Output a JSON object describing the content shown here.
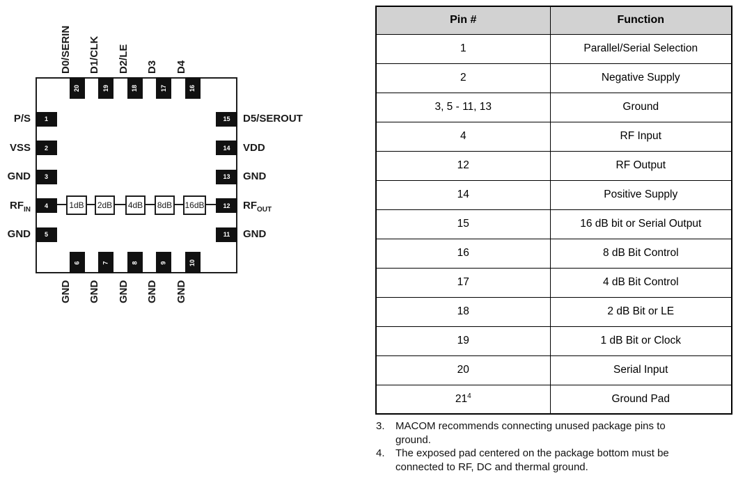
{
  "colors": {
    "pad_black": "#111111",
    "chip_border": "#1d1d1d",
    "table_header_bg": "#d2d2d2",
    "table_border": "#000000"
  },
  "diagram": {
    "top_pins": [
      {
        "num": "20",
        "label": "D0/SERIN"
      },
      {
        "num": "19",
        "label": "D1/CLK"
      },
      {
        "num": "18",
        "label": "D2/LE"
      },
      {
        "num": "17",
        "label": "D3"
      },
      {
        "num": "16",
        "label": "D4"
      }
    ],
    "left_pins": [
      {
        "num": "1",
        "label": "P/S"
      },
      {
        "num": "2",
        "label": "VSS"
      },
      {
        "num": "3",
        "label": "GND"
      },
      {
        "num": "4",
        "label": "RF",
        "label_sub": "IN"
      },
      {
        "num": "5",
        "label": "GND"
      }
    ],
    "right_pins": [
      {
        "num": "15",
        "label": "D5/SEROUT"
      },
      {
        "num": "14",
        "label": "VDD"
      },
      {
        "num": "13",
        "label": "GND"
      },
      {
        "num": "12",
        "label": "RF",
        "label_sub": "OUT"
      },
      {
        "num": "11",
        "label": "GND"
      }
    ],
    "bottom_pins": [
      {
        "num": "6",
        "label": "GND"
      },
      {
        "num": "7",
        "label": "GND"
      },
      {
        "num": "8",
        "label": "GND"
      },
      {
        "num": "9",
        "label": "GND"
      },
      {
        "num": "10",
        "label": "GND"
      }
    ],
    "attenuator_blocks": [
      "1dB",
      "2dB",
      "4dB",
      "8dB",
      "16dB"
    ]
  },
  "table": {
    "col_headers": [
      "Pin #",
      "Function"
    ],
    "rows": [
      {
        "pin": "1",
        "function": "Parallel/Serial Selection"
      },
      {
        "pin": "2",
        "function": "Negative Supply"
      },
      {
        "pin": "3, 5 - 11, 13",
        "function": "Ground"
      },
      {
        "pin": "4",
        "function": "RF Input"
      },
      {
        "pin": "12",
        "function": "RF Output"
      },
      {
        "pin": "14",
        "function": "Positive Supply"
      },
      {
        "pin": "15",
        "function": "16 dB bit or Serial Output"
      },
      {
        "pin": "16",
        "function": "8 dB Bit Control"
      },
      {
        "pin": "17",
        "function": "4 dB Bit Control"
      },
      {
        "pin": "18",
        "function": "2 dB Bit or LE"
      },
      {
        "pin": "19",
        "function": "1 dB Bit or Clock"
      },
      {
        "pin": "20",
        "function": "Serial Input"
      },
      {
        "pin": "21",
        "pin_sup": "4",
        "function": "Ground Pad"
      }
    ]
  },
  "footnotes": [
    {
      "num": "3.",
      "text": "MACOM recommends connecting unused package pins to ground."
    },
    {
      "num": "4.",
      "text": "The exposed pad centered on the package bottom must be connected to RF, DC and thermal ground."
    }
  ]
}
